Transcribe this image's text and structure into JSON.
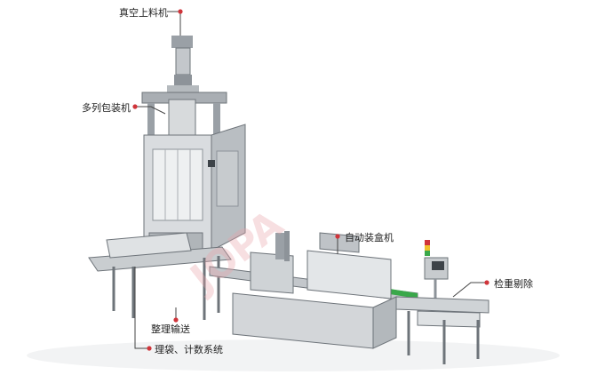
{
  "labels": {
    "vacuum_loader": "真空上料机",
    "multi_lane_packer": "多列包装机",
    "auto_cartoner": "自动装盒机",
    "checkweigher_reject": "检重剔除",
    "sorting_conveying": "整理输送",
    "bag_sorting_counting": "理袋、计数系统"
  },
  "colors": {
    "machine_steel": "#cfd3d6",
    "machine_dark": "#6e747a",
    "callout_dot": "#d0343a",
    "callout_line": "#444444",
    "watermark": "#e8a3a8",
    "conveyor_green": "#3aa84a"
  },
  "watermark": "JOPA"
}
